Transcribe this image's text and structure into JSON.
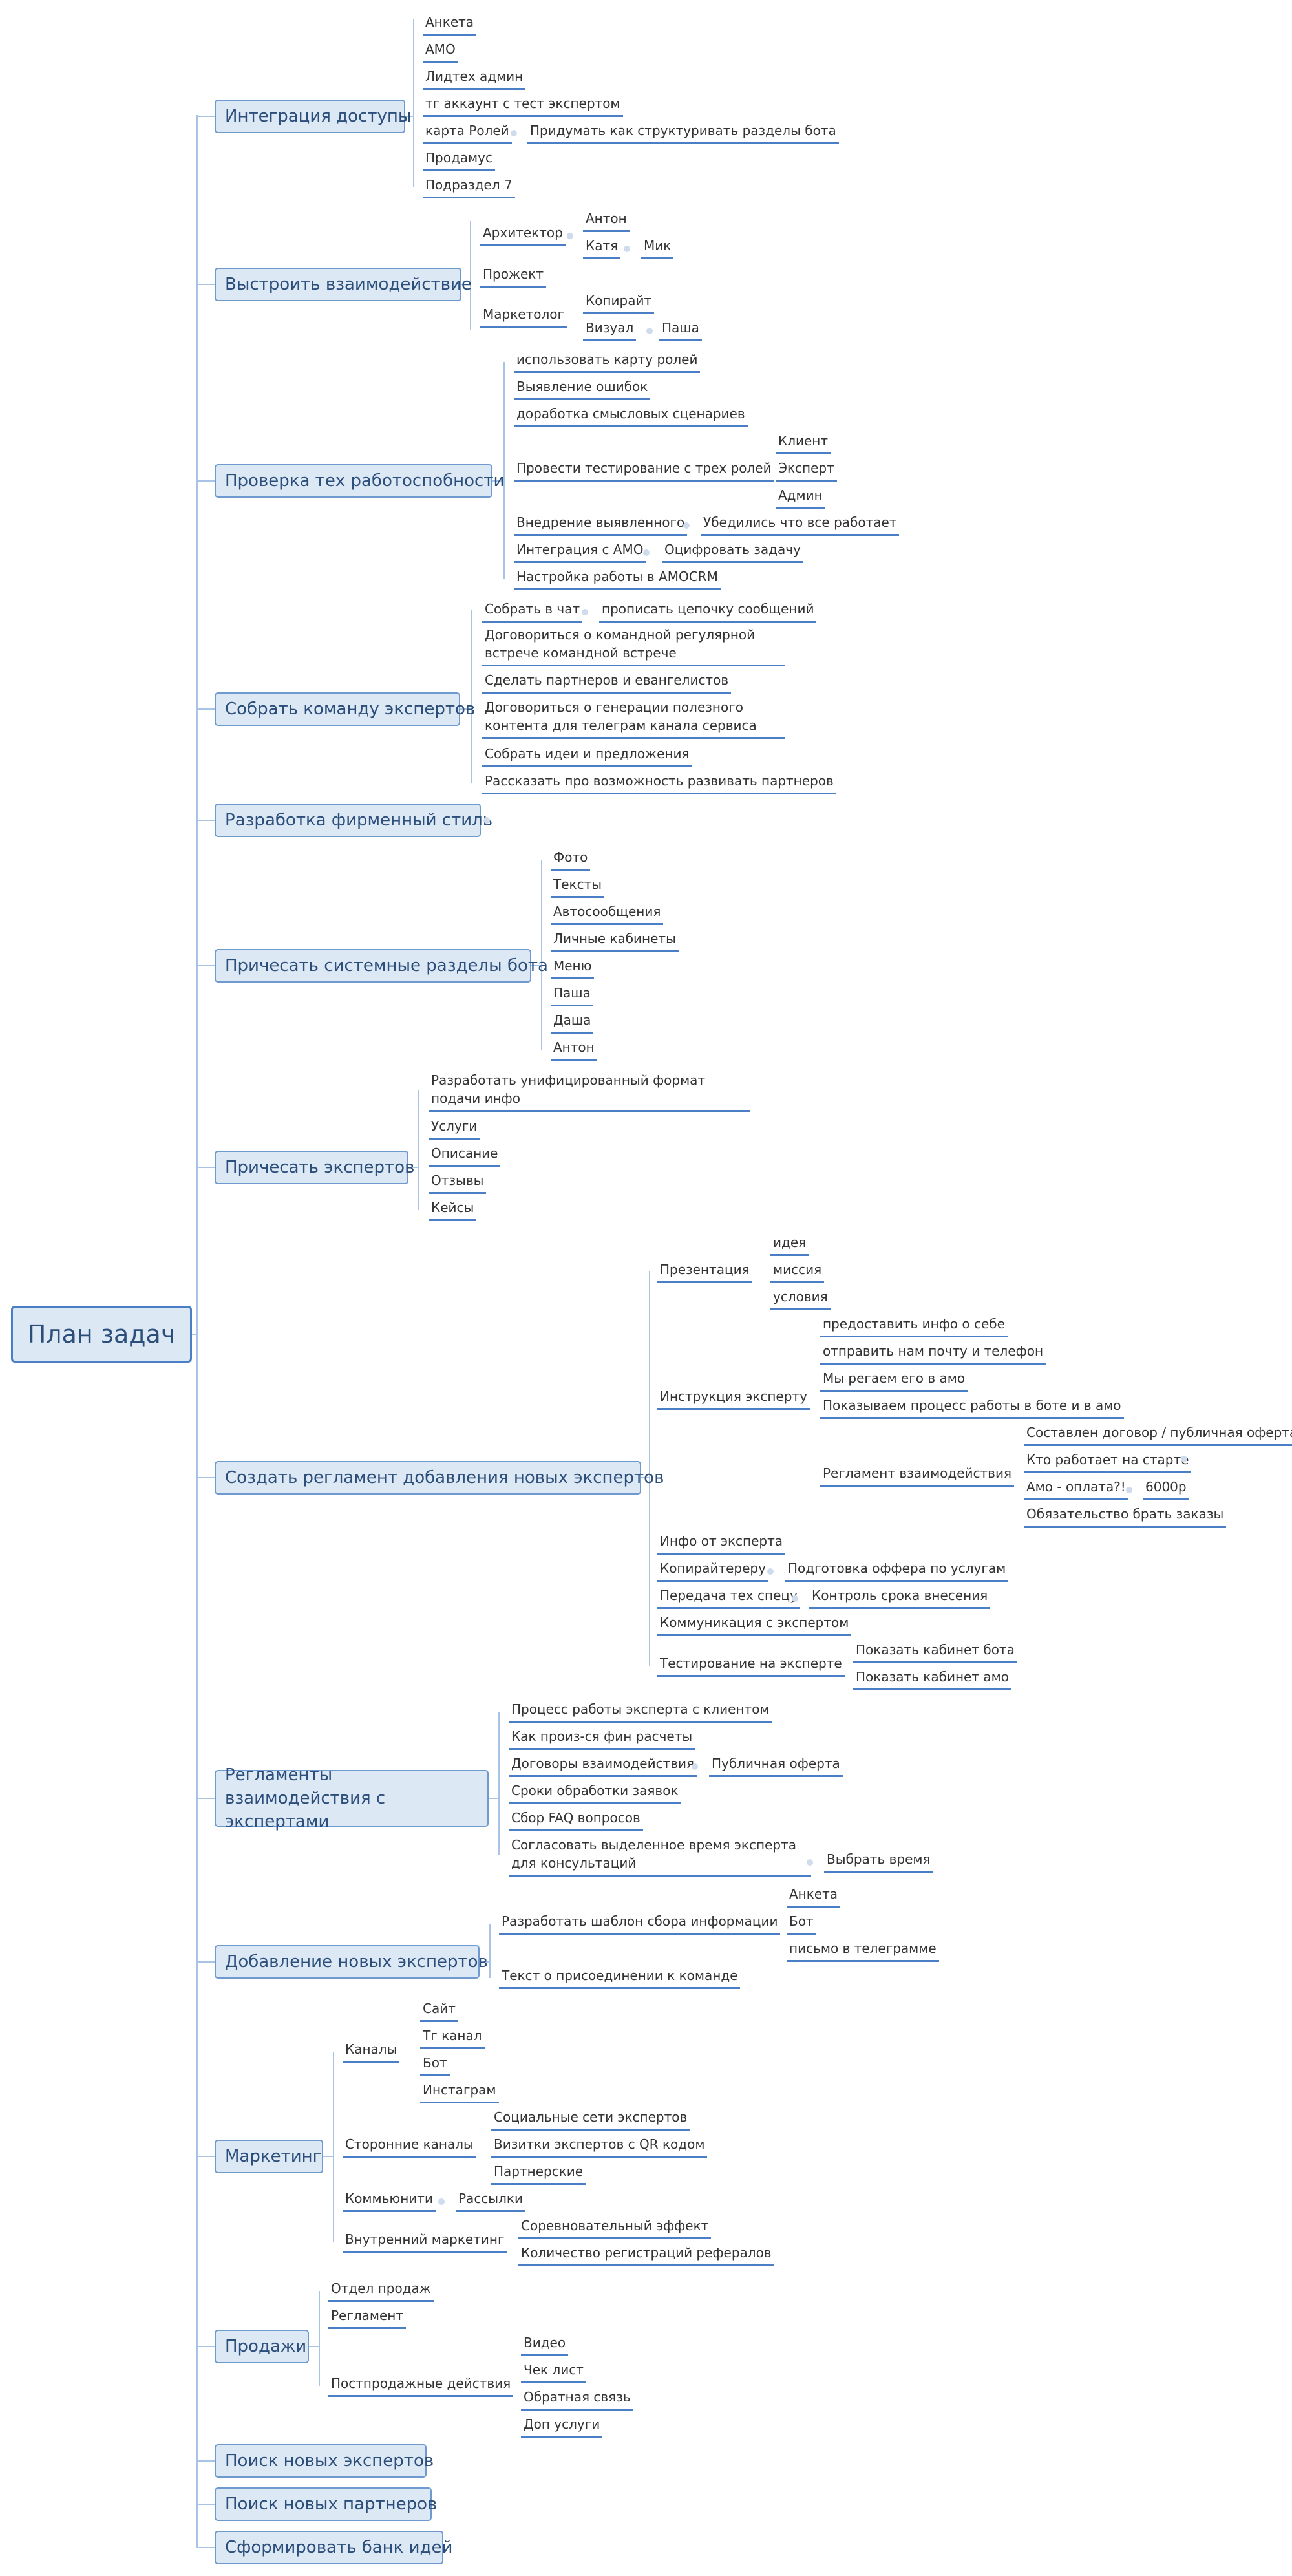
{
  "root": "План задач",
  "topics": {
    "t1": "Интеграция доступы",
    "t2": "Выстроить взаимодействие",
    "t3": "Проверка тех работоспобности",
    "t4": "Собрать команду экспертов",
    "t5": "Разработка фирменный стиль",
    "t6": "Причесать системные разделы бота",
    "t7": "Причесать экспертов",
    "t8": "Создать регламент добавления новых экспертов",
    "t9": "Регламенты взаимодействия с экспертами",
    "t10": "Добавление новых экспертов",
    "t11": "Маркетинг",
    "t12": "Продажи",
    "t13": "Поиск новых экспертов",
    "t14": "Поиск новых партнеров",
    "t15": "Сформировать банк идей"
  },
  "subs": {
    "t1": [
      "Анкета",
      "АМО",
      "Лидтех админ",
      "тг аккаунт с тест экспертом",
      "карта Ролей",
      "Придумать как структуривать разделы бота",
      "Продамус",
      "Подраздел 7"
    ],
    "t2": [
      "Архитектор",
      "Антон",
      "Катя",
      "Мик",
      "Прожект",
      "Маркетолог",
      "Копирайт",
      "Визуал",
      "Паша"
    ],
    "t3": [
      "использовать карту ролей",
      "Выявление ошибок",
      "доработка смысловых сценариев",
      "Провести тестирование с трех ролей",
      "Клиент",
      "Эксперт",
      "Админ",
      "Внедрение выявленного",
      "Убедились что все работает",
      "Интеграция с АМО",
      "Оцифровать задачу",
      "Настройка работы в AMOCRM"
    ],
    "t4": [
      "Собрать в чат",
      "прописать цепочку сообщений",
      "Договориться о командной регулярной встрече командной встрече",
      "Сделать партнеров и евангелистов",
      "Договориться о генерации полезного контента для телеграм канала сервиса",
      "Собрать идеи и предложения",
      "Рассказать про возможность развивать партнеров"
    ],
    "t6": [
      "Фото",
      "Тексты",
      "Автосообщения",
      "Личные кабинеты",
      "Меню",
      "Паша",
      "Даша",
      "Антон"
    ],
    "t7": [
      "Разработать унифицированный формат подачи инфо",
      "Услуги",
      "Описание",
      "Отзывы",
      "Кейсы"
    ],
    "t8": [
      "Презентация",
      "идея",
      "миссия",
      "условия",
      "Инструкция эксперту",
      "предоставить инфо о себе",
      "отправить нам почту и телефон",
      "Мы регаем его в амо",
      "Показываем процесс работы в боте и в амо",
      "Регламент взаимодействия",
      "Составлен договор / публичная оферта",
      "Кто работает на старте",
      "Амо - оплата?!",
      "6000р",
      "Обязательство брать заказы",
      "Инфо от эксперта",
      "Копирайтереру",
      "Подготовка оффера по услугам",
      "Передача тех спецу",
      "Контроль срока внесения",
      "Коммуникация с экспертом",
      "Тестирование на эксперте",
      "Показать кабинет бота",
      "Показать кабинет амо"
    ],
    "t9": [
      "Процесс работы эксперта с клиентом",
      "Как произ-ся фин расчеты",
      "Договоры взаимодействия",
      "Публичная оферта",
      "Сроки обработки заявок",
      "Сбор FAQ вопросов",
      "Согласовать выделенное время эксперта для консультаций",
      "Выбрать время"
    ],
    "t10": [
      "Разработать шаблон сбора информации",
      "Анкета",
      "Бот",
      "письмо в телеграмме",
      "Текст о присоединении к команде"
    ],
    "t11": [
      "Каналы",
      "Сайт",
      "Тг канал",
      "Бот",
      "Инстаграм",
      "Сторонние каналы",
      "Социальные сети экспертов",
      "Визитки экспертов с QR кодом",
      "Партнерские",
      "Коммьюнити",
      "Рассылки",
      "Внутренний маркетинг",
      "Соревновательный эффект",
      "Количество регистраций рефералов"
    ],
    "t12": [
      "Отдел продаж",
      "Регламент",
      "Постпродажные действия",
      "Видео",
      "Чек лист",
      "Обратная связь",
      "Доп услуги"
    ]
  },
  "colors": {
    "node_fill": "#dde8f5",
    "node_border": "#6f9ad0",
    "line": "#4a7fc7",
    "connector": "#a9c3e6",
    "dot": "#cfdcee"
  }
}
